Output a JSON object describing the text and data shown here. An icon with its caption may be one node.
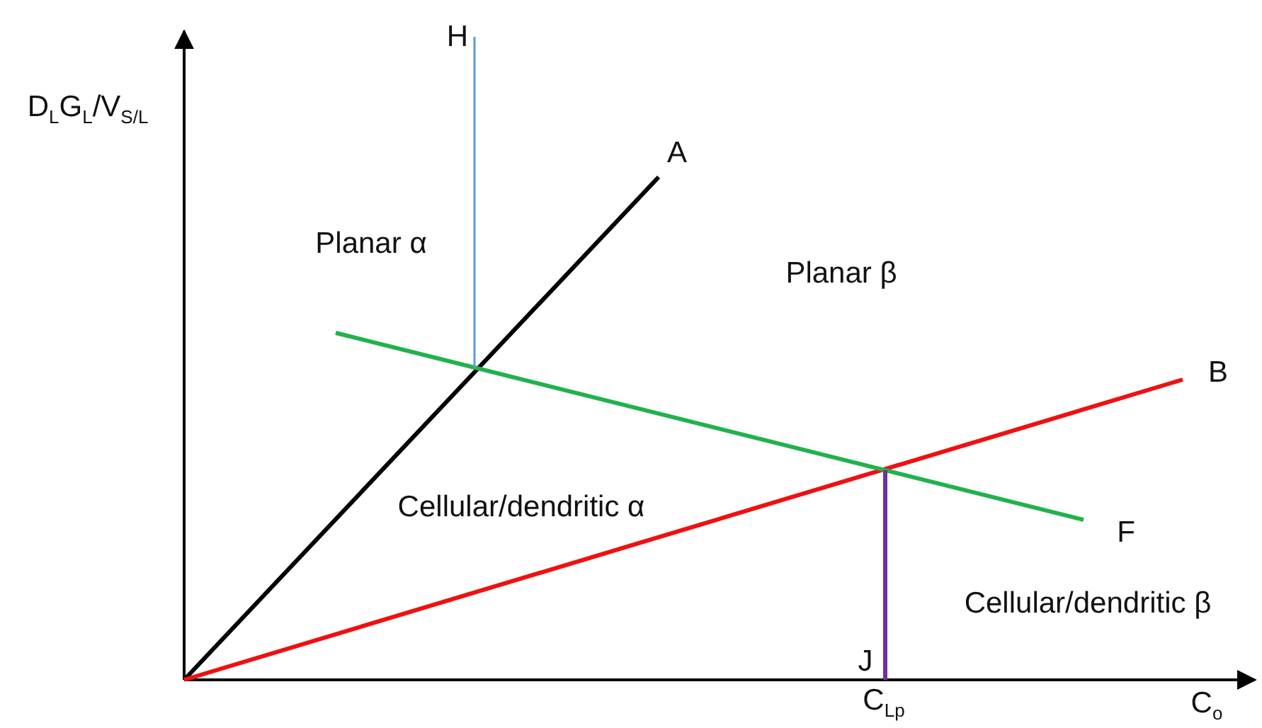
{
  "diagram": {
    "labels": [
      "H",
      "D$_{L}$G$_{L}$/V$_{S/L}$",
      "A",
      "Planar α",
      "Planar β",
      "B",
      "Cellular/dendritic α",
      "F",
      "J",
      "Cellular/dendritic β",
      "C$_{Lp}$",
      "C$_{o}$"
    ]
  }
}
